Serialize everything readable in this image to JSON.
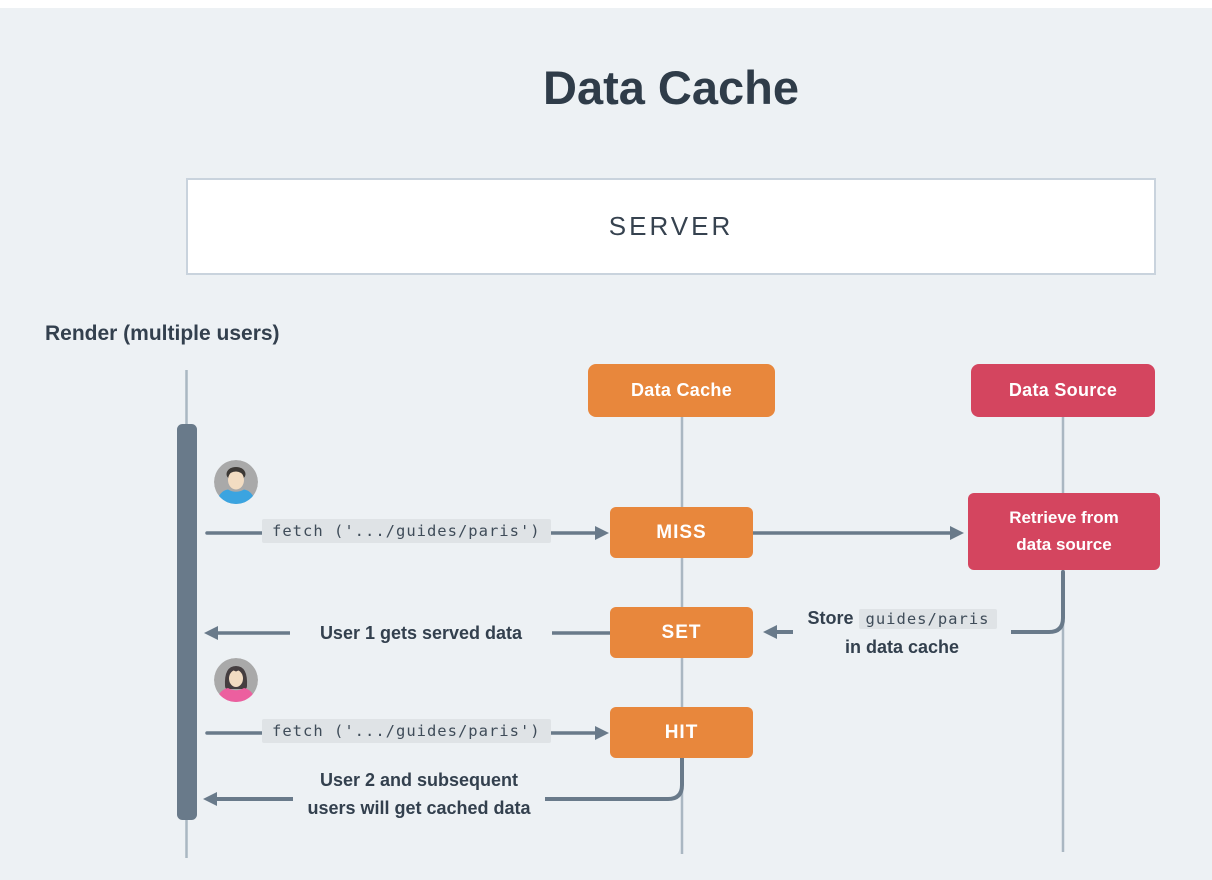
{
  "diagram": {
    "title": "Data Cache",
    "server_label": "SERVER",
    "lane_label": "Render (multiple users)",
    "actors": {
      "data_cache": {
        "label": "Data Cache",
        "color": "#e8873c"
      },
      "data_source": {
        "label": "Data Source",
        "color": "#d4455f"
      }
    },
    "steps": {
      "miss": "MISS",
      "set": "SET",
      "hit": "HIT",
      "retrieve_line1": "Retrieve from",
      "retrieve_line2": "data source"
    },
    "messages": {
      "fetch_user1": "fetch ('.../guides/paris')",
      "fetch_user2": "fetch ('.../guides/paris')",
      "user1_served": "User 1 gets served data",
      "store_prefix": "Store",
      "store_code": "guides/paris",
      "store_line2": "in data cache",
      "user2_line1": "User 2 and subsequent",
      "user2_line2": "users will get cached data"
    },
    "avatars": {
      "user1": "male-user-avatar",
      "user2": "female-user-avatar"
    },
    "colors": {
      "background": "#edf1f4",
      "top_strip": "#ffffff",
      "accent_orange": "#e8873c",
      "accent_red": "#d4455f",
      "arrow": "#697a8a",
      "lifeline": "#aab7c2",
      "code_background": "#dfe3e6",
      "text": "#33404e",
      "server_border": "#c9d3dd"
    }
  }
}
